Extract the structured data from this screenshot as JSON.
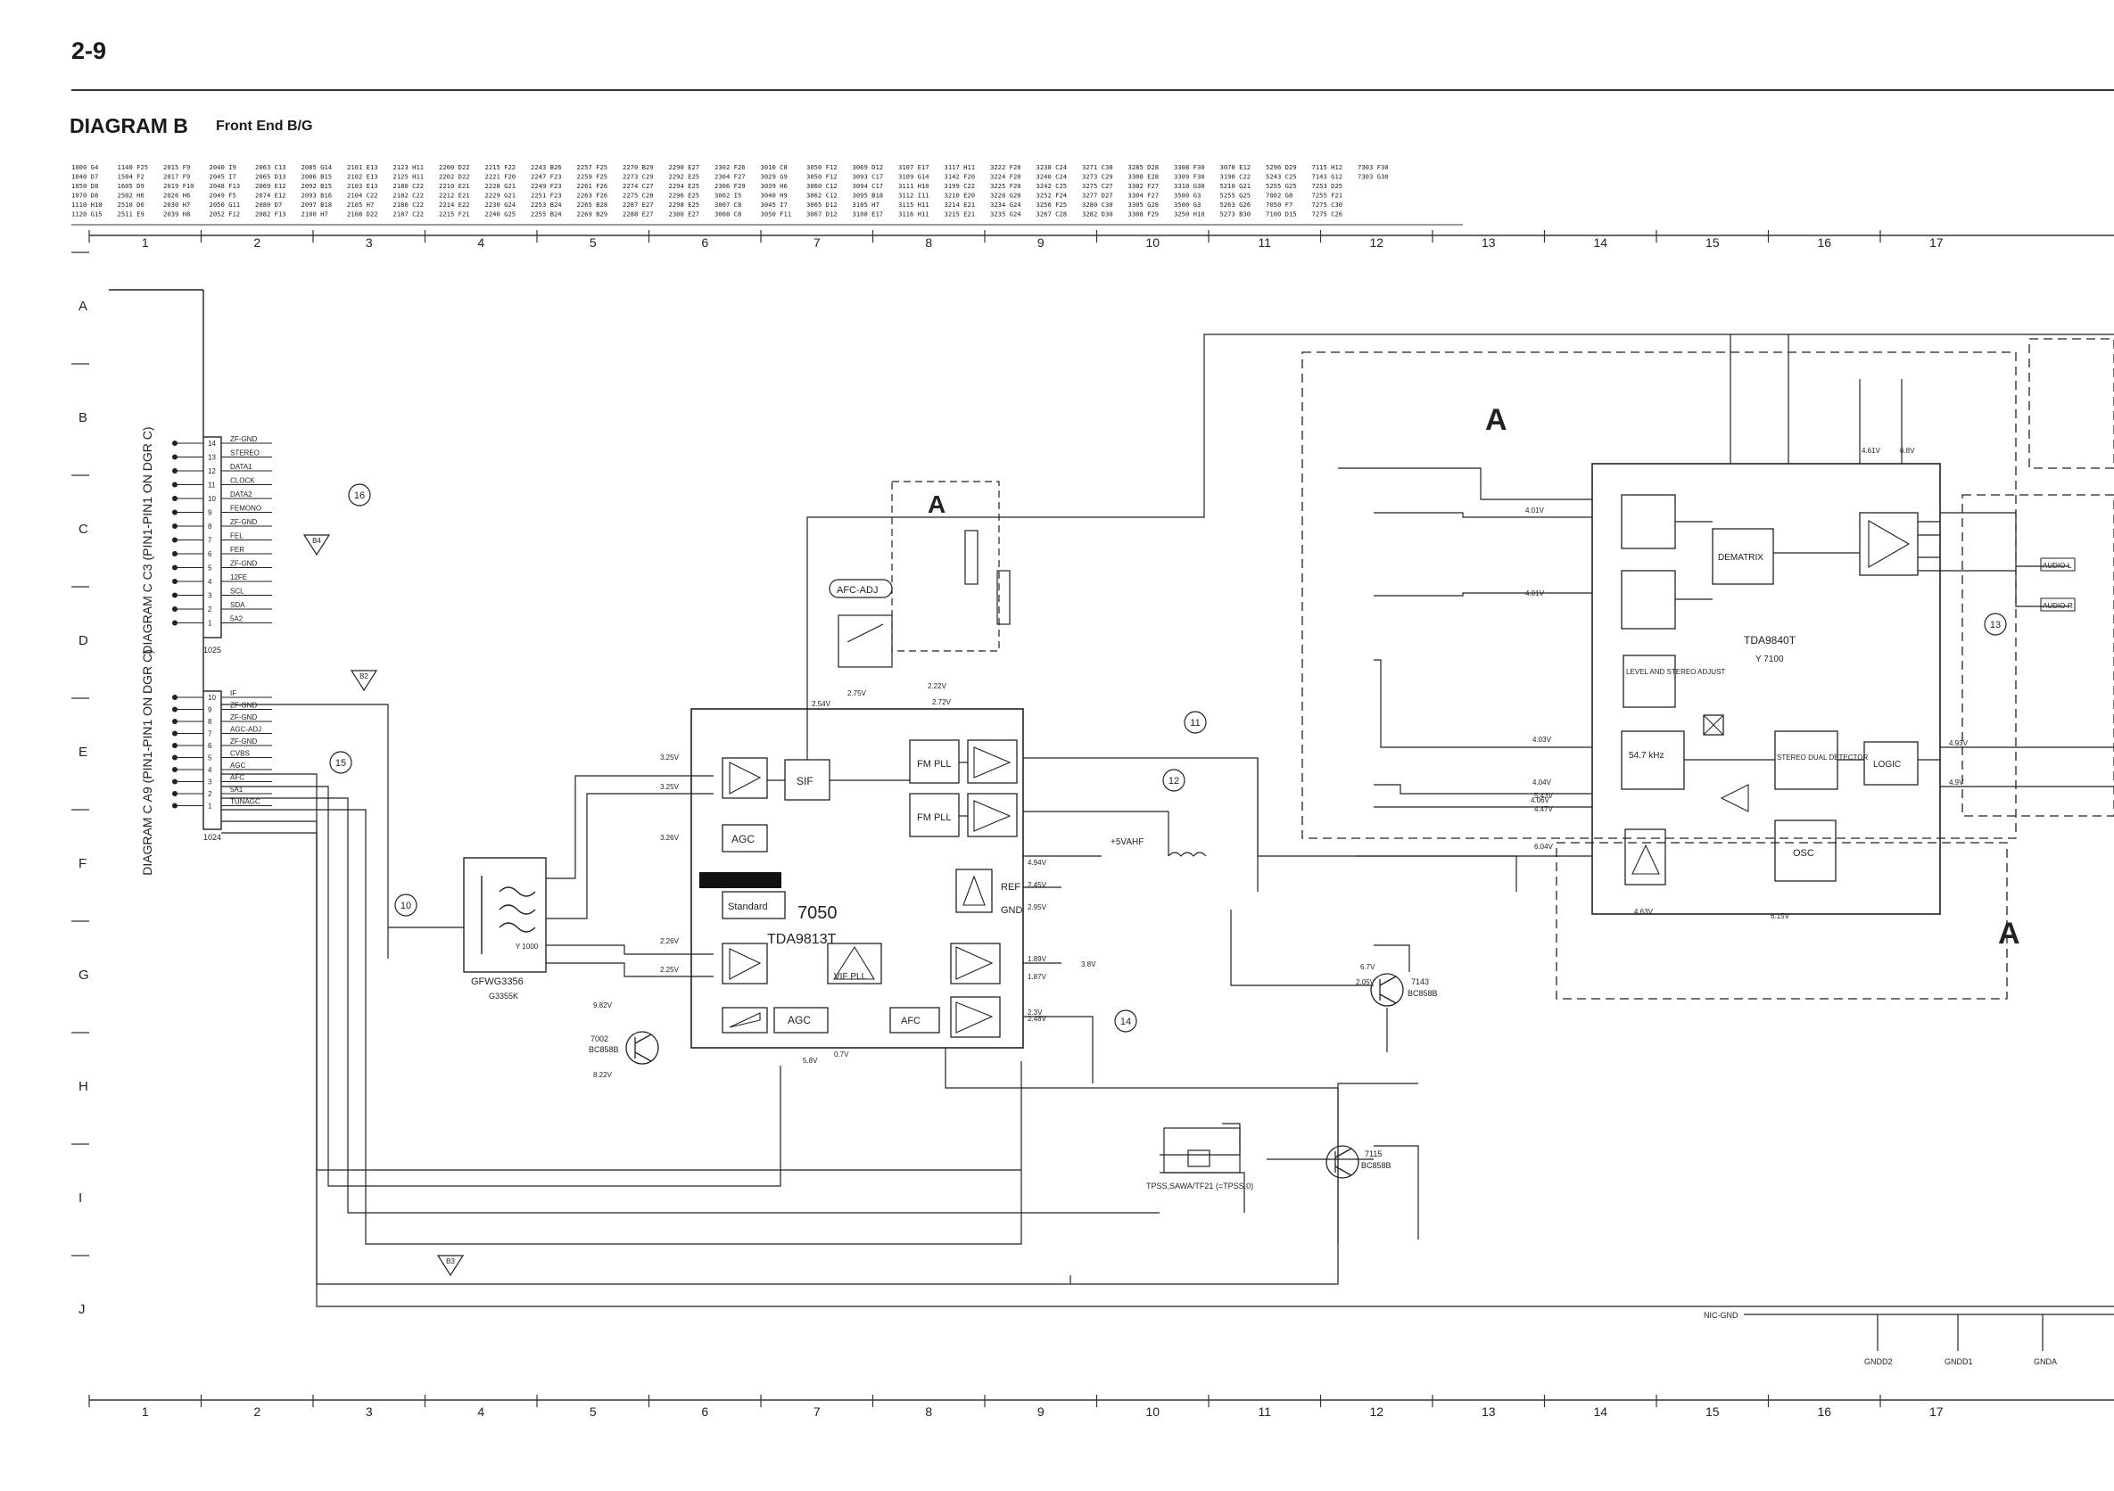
{
  "page": {
    "number": "2-9"
  },
  "header": {
    "title": "DIAGRAM B",
    "subtitle": "Front End B/G"
  },
  "ref_table": [
    [
      "1000 G4",
      "1040 D7",
      "1050 D8",
      "1070 D8",
      "1110 H10",
      "1120 G15"
    ],
    [
      "1140 F25",
      "1504 F2",
      "1605 D9",
      "2502 H6",
      "2510 D6",
      "2511 E9"
    ],
    [
      "2015 F9",
      "2017 F9",
      "2019 F10",
      "2026 H6",
      "2030 H7",
      "2039 H8"
    ],
    [
      "2040 I9",
      "2045 I7",
      "2048 F13",
      "2049 F5",
      "2050 G11",
      "2052 F12"
    ],
    [
      "2063 C13",
      "2065 D13",
      "2069 E12",
      "2074 E12",
      "2080 D7",
      "2082 F13"
    ],
    [
      "2085 G14",
      "2086 B15",
      "2092 B15",
      "2093 B16",
      "2097 B18",
      "2100 H7"
    ],
    [
      "2101 E13",
      "2102 E13",
      "2103 E13",
      "2104 C22",
      "2105 H7",
      "2108 D22"
    ],
    [
      "2123 H11",
      "2125 H11",
      "2180 C22",
      "2182 C22",
      "2186 C22",
      "2187 C22"
    ],
    [
      "2200 D22",
      "2202 D22",
      "2210 E21",
      "2212 E21",
      "2214 E22",
      "2215 F21"
    ],
    [
      "2215 F22",
      "2221 F20",
      "2228 G21",
      "2229 G21",
      "2230 G24",
      "2240 G25"
    ],
    [
      "2243 B26",
      "2247 F23",
      "2249 F23",
      "2251 F23",
      "2253 B24",
      "2255 B24"
    ],
    [
      "2257 F25",
      "2259 F25",
      "2261 F26",
      "2263 F26",
      "2265 B28",
      "2269 B29"
    ],
    [
      "2270 B29",
      "2273 C29",
      "2274 C27",
      "2275 C28",
      "2287 E27",
      "2288 E27"
    ],
    [
      "2290 E27",
      "2292 E25",
      "2294 E25",
      "2296 E25",
      "2298 E25",
      "2300 E27"
    ],
    [
      "2302 F26",
      "2304 F27",
      "2306 F29",
      "3002 I5",
      "3007 C8",
      "3008 C8"
    ],
    [
      "3010 C8",
      "3029 G9",
      "3039 H6",
      "3040 H9",
      "3045 I7",
      "3050 F11"
    ],
    [
      "3050 F12",
      "3050 F12",
      "3060 C12",
      "3062 C12",
      "3065 D12",
      "3067 D12"
    ],
    [
      "3069 D12",
      "3093 C17",
      "3094 C17",
      "3095 B18",
      "3105 H7",
      "3108 E17"
    ],
    [
      "3107 E17",
      "3109 G14",
      "3111 H10",
      "3112 I11",
      "3115 H11",
      "3116 H11"
    ],
    [
      "3117 H11",
      "3142 F20",
      "3199 C22",
      "3210 E20",
      "3214 E21",
      "3215 E21"
    ],
    [
      "3222 F20",
      "3224 F20",
      "3225 F20",
      "3228 G20",
      "3234 G24",
      "3235 G24"
    ],
    [
      "3238 C24",
      "3240 C24",
      "3242 C25",
      "3252 F24",
      "3256 F25",
      "3267 C28"
    ],
    [
      "3271 C30",
      "3273 C29",
      "3275 C27",
      "3277 D27",
      "3280 C30",
      "3282 D30"
    ],
    [
      "3285 D28",
      "3300 E28",
      "3302 F27",
      "3304 F27",
      "3305 G28",
      "3308 F29"
    ],
    [
      "3308 F30",
      "3309 F30",
      "3310 G30",
      "3500 G3",
      "3500 G3",
      "3250 H10"
    ],
    [
      "3070 E12",
      "3190 C22",
      "5210 G21",
      "5255 G25",
      "5263 G26",
      "5273 B30"
    ],
    [
      "5296 D29",
      "5243 C25",
      "5255 G25",
      "7002 G8",
      "7050 F7",
      "7100 D15"
    ],
    [
      "7115 H12",
      "7143 G12",
      "7253 D25",
      "7255 F21",
      "7275 C30",
      "7275 C26"
    ],
    [
      "7303 F30",
      "7303 G30"
    ]
  ],
  "grid": {
    "columns": [
      "1",
      "2",
      "3",
      "4",
      "5",
      "6",
      "7",
      "8",
      "9",
      "10",
      "11",
      "12",
      "13",
      "14",
      "15",
      "16",
      "17"
    ],
    "rows": [
      "A",
      "B",
      "C",
      "D",
      "E",
      "F",
      "G",
      "H",
      "I",
      "J"
    ]
  },
  "connectors": [
    {
      "side_label": "DIAGRAM C C3 (PIN1-PIN1 ON DGR C)",
      "ref": "1025",
      "pins": [
        {
          "n": "14",
          "label": "ZF-GND"
        },
        {
          "n": "13",
          "label": "STEREO"
        },
        {
          "n": "12",
          "label": "DATA1"
        },
        {
          "n": "11",
          "label": "CLOCK"
        },
        {
          "n": "10",
          "label": "DATA2"
        },
        {
          "n": "9",
          "label": "FEMONO"
        },
        {
          "n": "8",
          "label": "ZF-GND"
        },
        {
          "n": "7",
          "label": "FEL"
        },
        {
          "n": "6",
          "label": "FER"
        },
        {
          "n": "5",
          "label": "ZF-GND"
        },
        {
          "n": "4",
          "label": "12FE"
        },
        {
          "n": "3",
          "label": "SCL"
        },
        {
          "n": "2",
          "label": "SDA"
        },
        {
          "n": "1",
          "label": "5A2"
        }
      ]
    },
    {
      "side_label": "DIAGRAM C A9 (PIN1-PIN1 ON DGR C)",
      "ref": "1024",
      "pins": [
        {
          "n": "10",
          "label": "IF"
        },
        {
          "n": "9",
          "label": "ZF-GND"
        },
        {
          "n": "8",
          "label": "ZF-GND"
        },
        {
          "n": "7",
          "label": "AGC-ADJ"
        },
        {
          "n": "6",
          "label": "ZF-GND"
        },
        {
          "n": "5",
          "label": "CVBS"
        },
        {
          "n": "4",
          "label": "AGC"
        },
        {
          "n": "3",
          "label": "AFC"
        },
        {
          "n": "2",
          "label": "5A1"
        },
        {
          "n": "1",
          "label": "TUNAGC"
        }
      ]
    }
  ],
  "ics": {
    "vif": {
      "ref": "7050",
      "part": "TDA9813T",
      "blocks": [
        "SIF",
        "AGC",
        "FM PLL",
        "FM PLL",
        "Standard",
        "VIF PLL",
        "AGC",
        "AFC"
      ],
      "ref_label": "REF",
      "gnd_label": "GND"
    },
    "stereo": {
      "part": "TDA9840T",
      "ref": "Y 7100",
      "blocks": [
        "DEMATRIX",
        "LEVEL AND STEREO ADJUST",
        "54.7 kHz",
        "STEREO DUAL DETECTOR",
        "LOGIC",
        "OSC"
      ]
    },
    "saw": {
      "ref": "GFWG3356",
      "sub": "Y 1000",
      "code": "G3355K"
    },
    "transistors": [
      {
        "ref": "7002",
        "part": "BC858B"
      },
      {
        "ref": "7143",
        "part": "BC858B"
      },
      {
        "ref": "7115",
        "part": "BC858B"
      }
    ]
  },
  "labels": {
    "region_a": "A",
    "afc_adj": "AFC-ADJ",
    "tpss": "TPSS,SAWA/TF21 (=TPSS.0)",
    "nic_gnd": "NIC-GND",
    "gnd_taps": [
      "GNDD2",
      "GNDD1",
      "GNDA"
    ],
    "audio_l": "AUDIO-L",
    "audio_r": "AUDIO-R",
    "ninev": "+5VAHF",
    "voltages": [
      "2.54V",
      "2.75V",
      "2.72V",
      "2.22V",
      "3.25V",
      "3.25V",
      "2.26V",
      "3.26V",
      "2.25V",
      "4.94V",
      "2.45V",
      "2.95V",
      "2.48V",
      "2.3V",
      "1.89V",
      "1.87V",
      "0.7V",
      "5.8V",
      "3.8V",
      "4.01V",
      "4.01V",
      "4.03V",
      "4.04V",
      "4.06V",
      "5.43V",
      "4.47V",
      "6.04V",
      "4.61V",
      "4.63V",
      "6.15V",
      "4.93V",
      "4.9V",
      "2.05V",
      "9.82V",
      "8.22V",
      "6.8V",
      "6.7V"
    ]
  },
  "callouts": [
    "16",
    "15",
    "10",
    "11",
    "12",
    "13",
    "14"
  ],
  "triangles": [
    "B4",
    "B2",
    "B3"
  ]
}
